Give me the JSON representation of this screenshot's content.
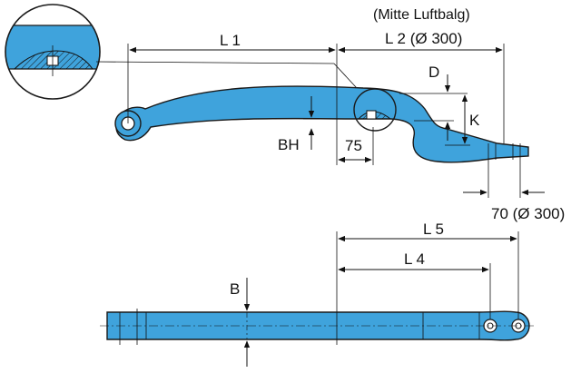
{
  "colors": {
    "spring_fill": "#3fa3dc",
    "spring_dark": "#2a86c2",
    "outline": "#1a1a1a",
    "background": "#ffffff"
  },
  "labels": {
    "note_top": "(Mitte Luftbalg)",
    "l1": "L 1",
    "l2": "L 2 (Ø 300)",
    "d": "D",
    "k": "K",
    "bh": "BH",
    "dim75": "75",
    "dim70": "70 (Ø 300)",
    "l5": "L 5",
    "l4": "L 4",
    "b": "B"
  }
}
